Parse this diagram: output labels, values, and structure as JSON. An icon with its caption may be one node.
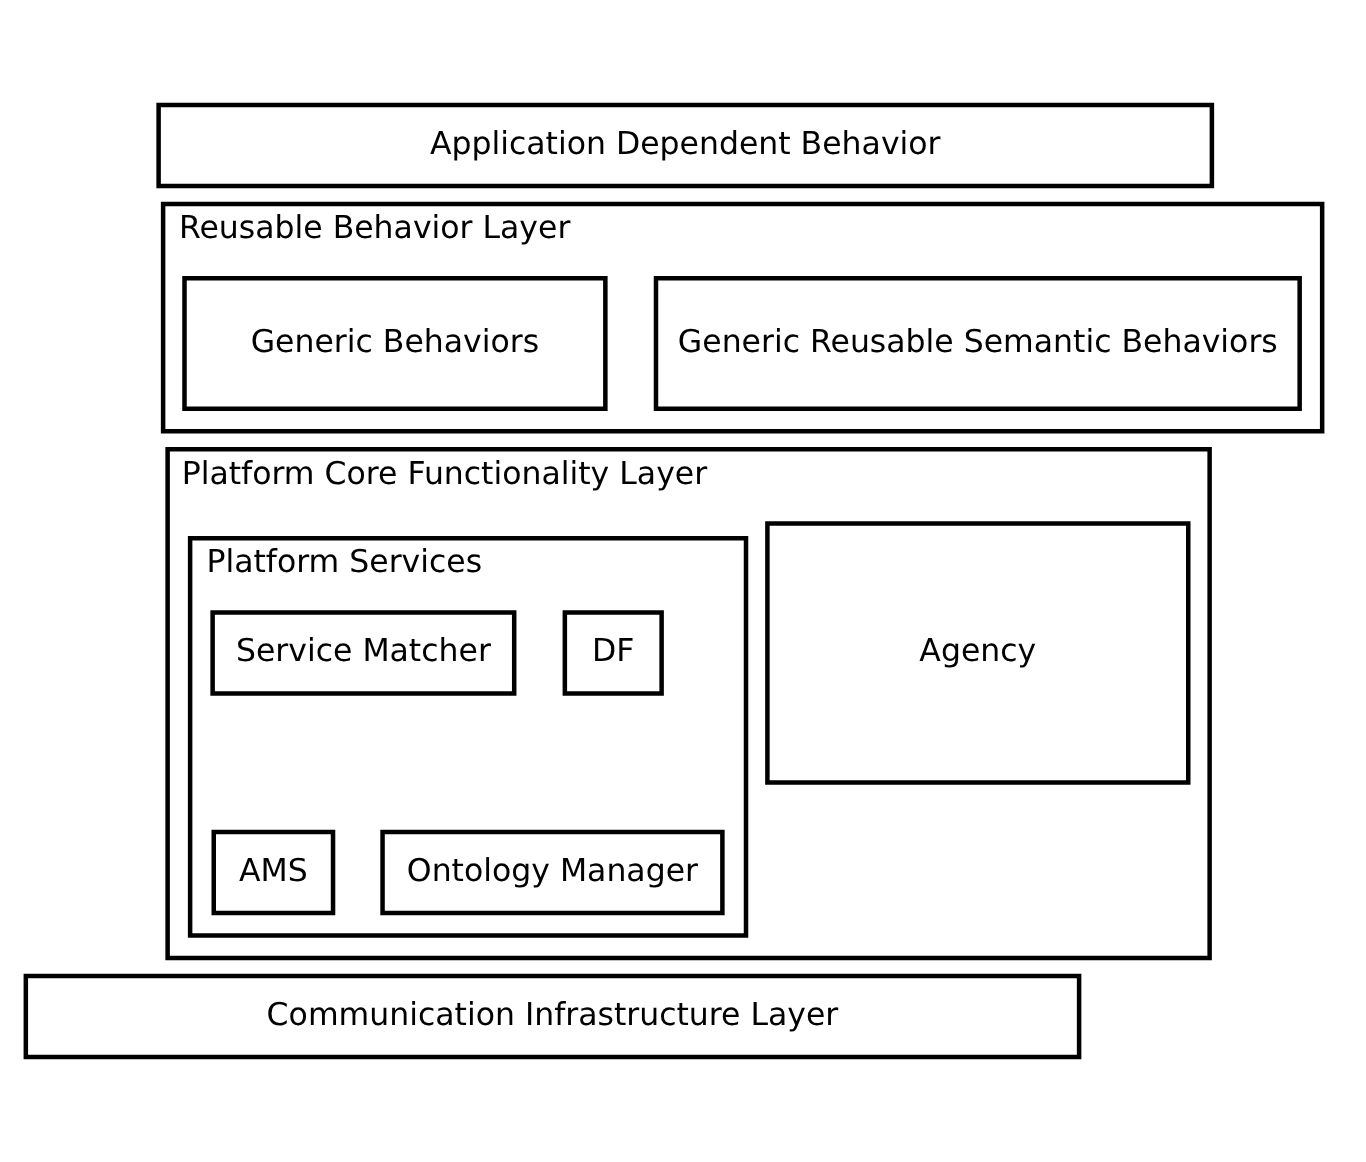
{
  "diagram": {
    "nodes": [
      {
        "text": [
          "Application Dependent Behavior"
        ]
      },
      {
        "text": [
          "Reusable Behavior Layer"
        ]
      },
      {
        "text": [
          "Generic Reusable Semantic Behaviors"
        ],
        "in": 1
      },
      {
        "text": [
          "Generic Behaviors"
        ],
        "in": 1
      },
      {
        "text": [
          "Platform Core Functionality Layer"
        ]
      },
      {
        "text": [
          "Agency"
        ],
        "in": 4
      },
      {
        "text": [
          "Platform Services"
        ],
        "in": 4
      },
      {
        "text": [
          "DF"
        ],
        "in": 6
      },
      {
        "text": [
          "Service Matcher"
        ],
        "in": 6
      },
      {
        "text": [
          "Ontology Manager"
        ],
        "in": 6
      },
      {
        "text": [
          "AMS"
        ],
        "in": 6
      },
      {
        "text": [
          "Communication Infrastructure Layer"
        ]
      }
    ]
  }
}
